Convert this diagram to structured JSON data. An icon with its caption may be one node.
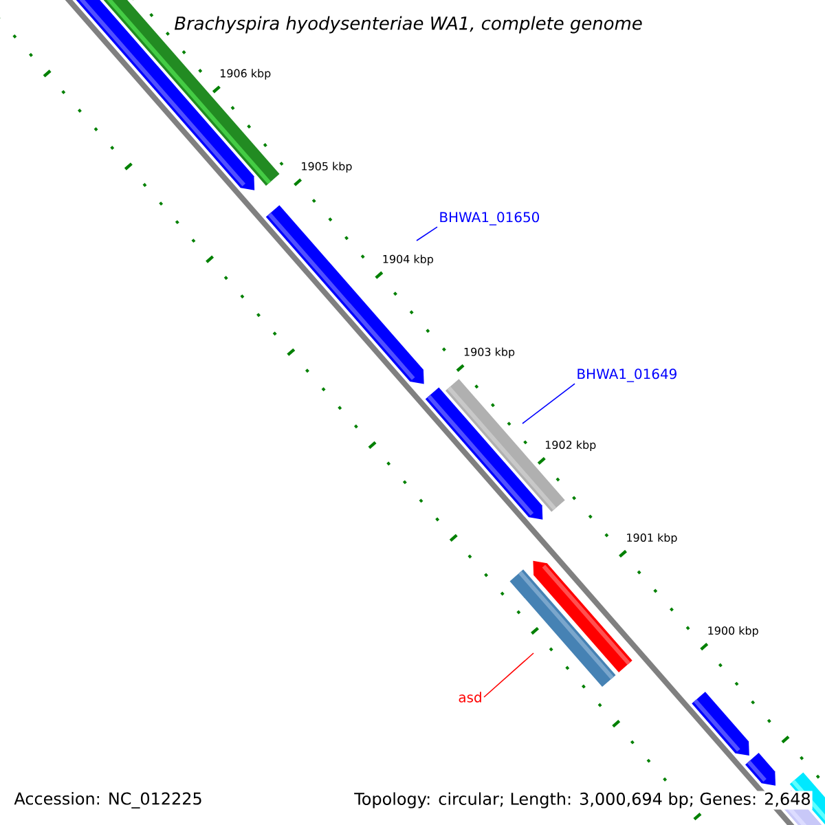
{
  "diagram": {
    "title": "Brachyspira hyodysenteriae WA1, complete genome",
    "nodes": [
      {
        "text": [
          "BHWA1_01650"
        ]
      },
      {
        "text": [
          "BHWA1_01649"
        ]
      },
      {
        "text": [
          "asd"
        ]
      }
    ],
    "edges": [
      {
        "from": 0,
        "to": null,
        "arrow": "none"
      },
      {
        "from": 1,
        "to": null,
        "arrow": "none"
      },
      {
        "from": 2,
        "to": null,
        "arrow": "none",
        "color": "#ff0000"
      }
    ],
    "labels": [
      "1906 kbp",
      "1905 kbp",
      "1904 kbp",
      "1903 kbp",
      "1902 kbp",
      "1901 kbp",
      "1900 kbp",
      "Accession: NC_012225",
      "Topology: circular; Length: 3,000,694 bp; Genes: 2,648"
    ]
  }
}
